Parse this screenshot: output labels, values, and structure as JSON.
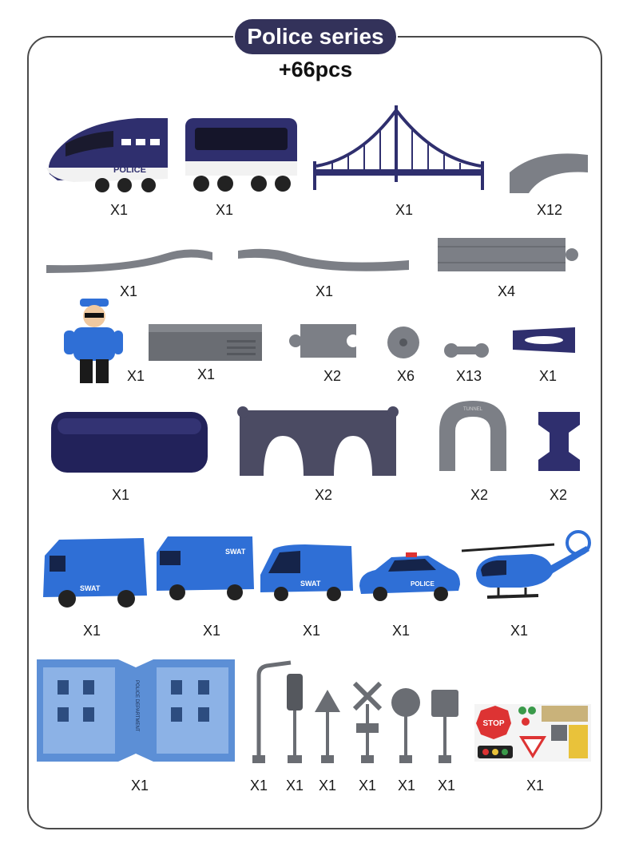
{
  "header": {
    "title": "Police series",
    "subtitle": "+66pcs"
  },
  "colors": {
    "navy": "#2f2f6e",
    "track_gray": "#7c7f86",
    "police_blue": "#2f6fd6",
    "pill_bg": "#33325a"
  },
  "items": [
    {
      "name": "police-train-engine",
      "qty": "X1"
    },
    {
      "name": "train-carriage",
      "qty": "X1"
    },
    {
      "name": "suspension-bridge",
      "qty": "X1"
    },
    {
      "name": "curved-track",
      "qty": "X12"
    },
    {
      "name": "ramp-track-left",
      "qty": "X1"
    },
    {
      "name": "ramp-track-right",
      "qty": "X1"
    },
    {
      "name": "straight-track",
      "qty": "X4"
    },
    {
      "name": "police-officer-figure",
      "qty": "X1"
    },
    {
      "name": "platform-block",
      "qty": "X1"
    },
    {
      "name": "short-track",
      "qty": "X2"
    },
    {
      "name": "round-connector",
      "qty": "X6"
    },
    {
      "name": "track-connector",
      "qty": "X13"
    },
    {
      "name": "navy-connector",
      "qty": "X1"
    },
    {
      "name": "tunnel-roof",
      "qty": "X1"
    },
    {
      "name": "arch-bridge",
      "qty": "X2"
    },
    {
      "name": "tunnel-arch",
      "qty": "X2"
    },
    {
      "name": "bridge-pillar",
      "qty": "X2"
    },
    {
      "name": "swat-truck",
      "qty": "X1"
    },
    {
      "name": "swat-van",
      "qty": "X1"
    },
    {
      "name": "swat-minibus",
      "qty": "X1"
    },
    {
      "name": "police-car",
      "qty": "X1"
    },
    {
      "name": "police-helicopter",
      "qty": "X1"
    },
    {
      "name": "police-station-board",
      "qty": "X1"
    },
    {
      "name": "street-lamp",
      "qty": "X1"
    },
    {
      "name": "traffic-light-post",
      "qty": "X1"
    },
    {
      "name": "triangle-sign",
      "qty": "X1"
    },
    {
      "name": "crossing-sign",
      "qty": "X1"
    },
    {
      "name": "round-sign",
      "qty": "X1"
    },
    {
      "name": "square-sign",
      "qty": "X1"
    },
    {
      "name": "sticker-sheet",
      "qty": "X1"
    }
  ],
  "labels": {
    "engine_text": "POLICE",
    "swat_text": "SWAT",
    "police_car_text": "POLICE",
    "stop_text": "STOP",
    "tunnel_text": "TUNNEL",
    "station_text": "POLICE DEPARTMENT"
  }
}
